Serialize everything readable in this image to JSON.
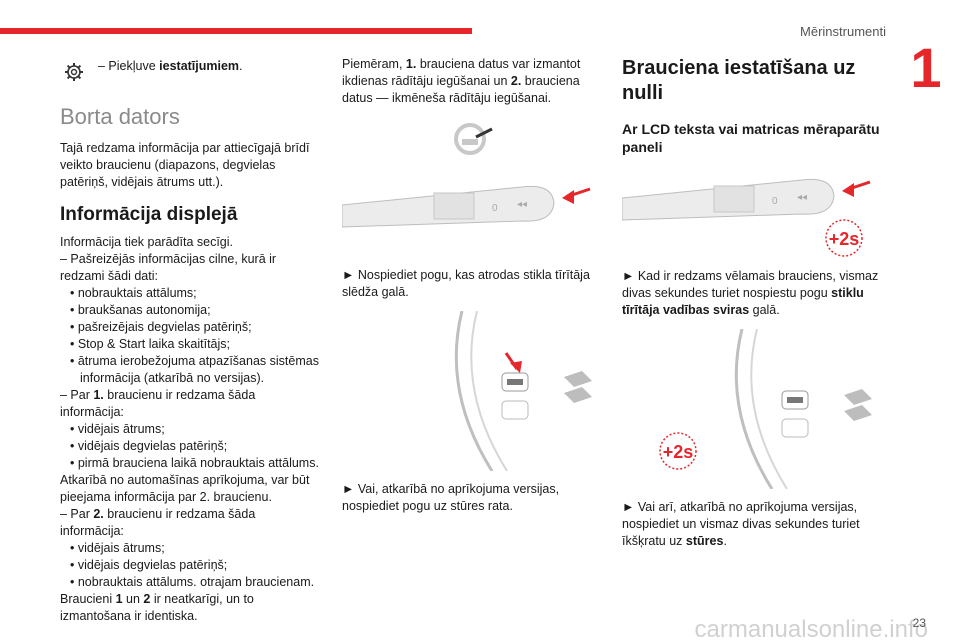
{
  "header": {
    "section": "Mērinstrumenti",
    "chapter": "1"
  },
  "col1": {
    "settings_line_prefix": "– Piekļuve ",
    "settings_line_bold": "iestatījumiem",
    "settings_line_suffix": ".",
    "h_borta": "Borta dators",
    "intro": "Tajā redzama informācija par attiecīgajā brīdī veikto braucienu (diapazons, degvielas patēriņš, vidējais ātrums utt.).",
    "h_info": "Informācija displejā",
    "p1": "Informācija tiek parādīta secīgi.",
    "p2": "– Pašreizējās informācijas cilne, kurā ir redzami šādi dati:",
    "list1": [
      "• nobrauktais attālums;",
      "• braukšanas autonomija;",
      "• pašreizējais degvielas patēriņš;",
      "• Stop & Start laika skaitītājs;",
      "• ātruma ierobežojuma atpazīšanas sistēmas"
    ],
    "list1_wrap": "informācija (atkarībā no versijas).",
    "p3_prefix": "– Par ",
    "p3_bold": "1.",
    "p3_suffix": " braucienu ir redzama šāda informācija:",
    "list2": [
      "• vidējais ātrums;",
      "• vidējais degvielas patēriņš;",
      "• pirmā brauciena laikā nobrauktais attālums."
    ],
    "p4": "Atkarībā no automašīnas aprīkojuma, var būt pieejama informācija par 2. braucienu.",
    "p5_prefix": "– Par ",
    "p5_bold": "2.",
    "p5_suffix": " braucienu ir redzama šāda informācija:",
    "list3": [
      "• vidējais ātrums;",
      "• vidējais degvielas patēriņš;",
      "• nobrauktais attālums. otrajam braucienam."
    ],
    "p6_a": "Braucieni ",
    "p6_b1": "1",
    "p6_c": " un ",
    "p6_b2": "2",
    "p6_d": " ir neatkarīgi, un to izmantošana ir identiska."
  },
  "col2": {
    "p1_a": "Piemēram, ",
    "p1_b1": "1.",
    "p1_c": " brauciena datus var izmantot ikdienas rādītāju iegūšanai un ",
    "p1_b2": "2.",
    "p1_d": " brauciena datus — ikmēneša rādītāju iegūšanai.",
    "step1": "► Nospiediet pogu, kas atrodas stikla tīrītāja slēdža galā.",
    "step2": "► Vai, atkarībā no aprīkojuma versijas, nospiediet pogu uz stūres rata."
  },
  "col3": {
    "h_reset": "Brauciena iestatīšana uz nulli",
    "h_lcd": "Ar LCD teksta vai matricas mēraparātu paneli",
    "badge": "+2s",
    "step1_a": "► Kad ir redzams vēlamais brauciens, vismaz divas sekundes turiet nospiestu pogu ",
    "step1_b": "stiklu tīrītāja vadības sviras",
    "step1_c": " galā.",
    "step2_a": "► Vai arī, atkarībā no aprīkojuma versijas, nospiediet un vismaz divas sekundes turiet īkšķratu uz ",
    "step2_b": "stūres",
    "step2_c": "."
  },
  "footer": {
    "page": "23",
    "watermark": "carmanualsonline.info"
  },
  "colors": {
    "accent": "#e5262b",
    "heading_light": "#8a8a8a"
  }
}
